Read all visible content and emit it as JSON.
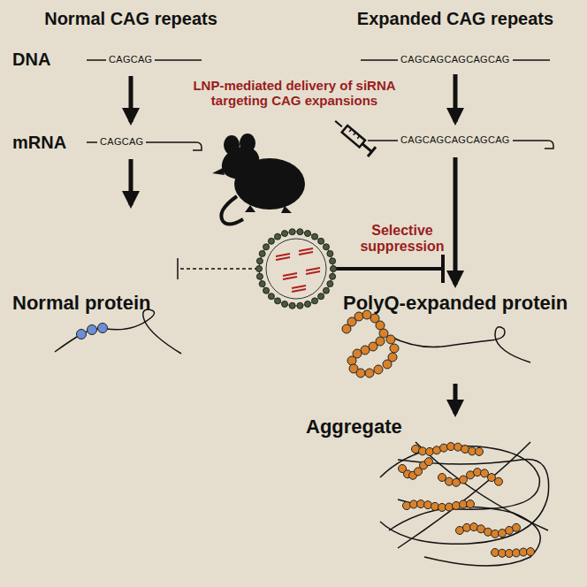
{
  "diagram": {
    "labels": [
      "Normal CAG repeats",
      "Expanded CAG repeats",
      "DNA",
      "CAGCAG",
      "CAGCAGCAGCAGCAG",
      "LNP-mediated delivery of siRNA targeting CAG expansions",
      "mRNA",
      "CAGCAG",
      "CAGCAGCAGCAGCAG",
      "Selective suppression",
      "Normal protein",
      "PolyQ-expanded protein",
      "Aggregate"
    ]
  }
}
